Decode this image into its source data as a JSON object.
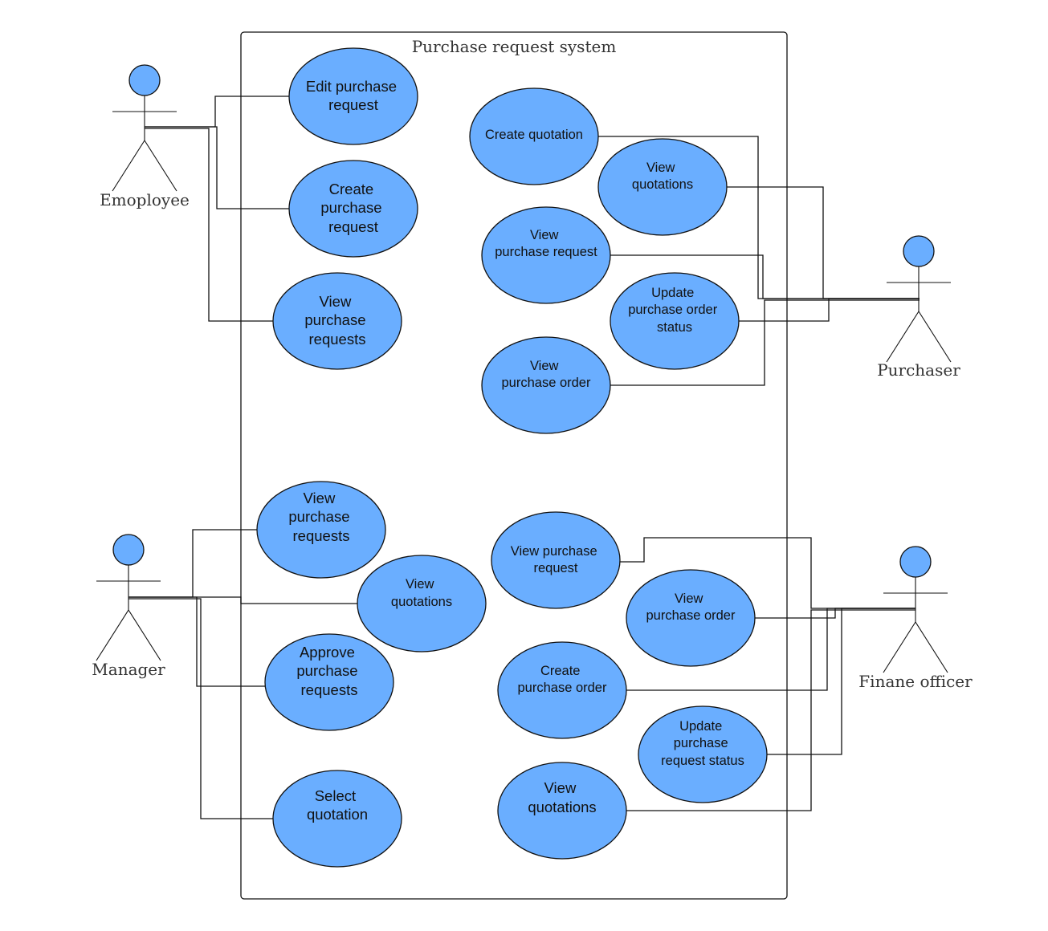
{
  "system": {
    "title": "Purchase request system"
  },
  "colors": {
    "usecase_fill": "#6aaeff",
    "stroke": "#111111",
    "text": "#333333"
  },
  "actors": {
    "employee": {
      "name": "Emoployee"
    },
    "purchaser": {
      "name": "Purchaser"
    },
    "manager": {
      "name": "Manager"
    },
    "finance": {
      "name": "Finane officer"
    }
  },
  "usecases": {
    "edit_pr": [
      "Edit purchase",
      "request"
    ],
    "create_pr": [
      "Create",
      "purchase",
      "request"
    ],
    "view_pr_emp": [
      "View",
      "purchase",
      "requests"
    ],
    "create_quotation": [
      "Create quotation"
    ],
    "view_quotations_pur": [
      "View",
      "quotations"
    ],
    "view_pr_pur": [
      "View",
      "purchase request"
    ],
    "update_po_status": [
      "Update",
      "purchase order",
      "status"
    ],
    "view_po_pur": [
      "View",
      "purchase order"
    ],
    "view_pr_mgr": [
      "View",
      "purchase",
      "requests"
    ],
    "view_quotations_mgr": [
      "View",
      "quotations"
    ],
    "approve_pr": [
      "Approve",
      "purchase",
      "requests"
    ],
    "select_quotation": [
      "Select",
      "quotation"
    ],
    "view_pr_fin": [
      "View purchase",
      "request"
    ],
    "view_po_fin": [
      "View",
      "purchase order"
    ],
    "create_po": [
      "Create",
      "purchase order"
    ],
    "update_pr_status": [
      "Update",
      "purchase",
      "request status"
    ],
    "view_quotations_fin": [
      "View",
      "quotations"
    ]
  }
}
